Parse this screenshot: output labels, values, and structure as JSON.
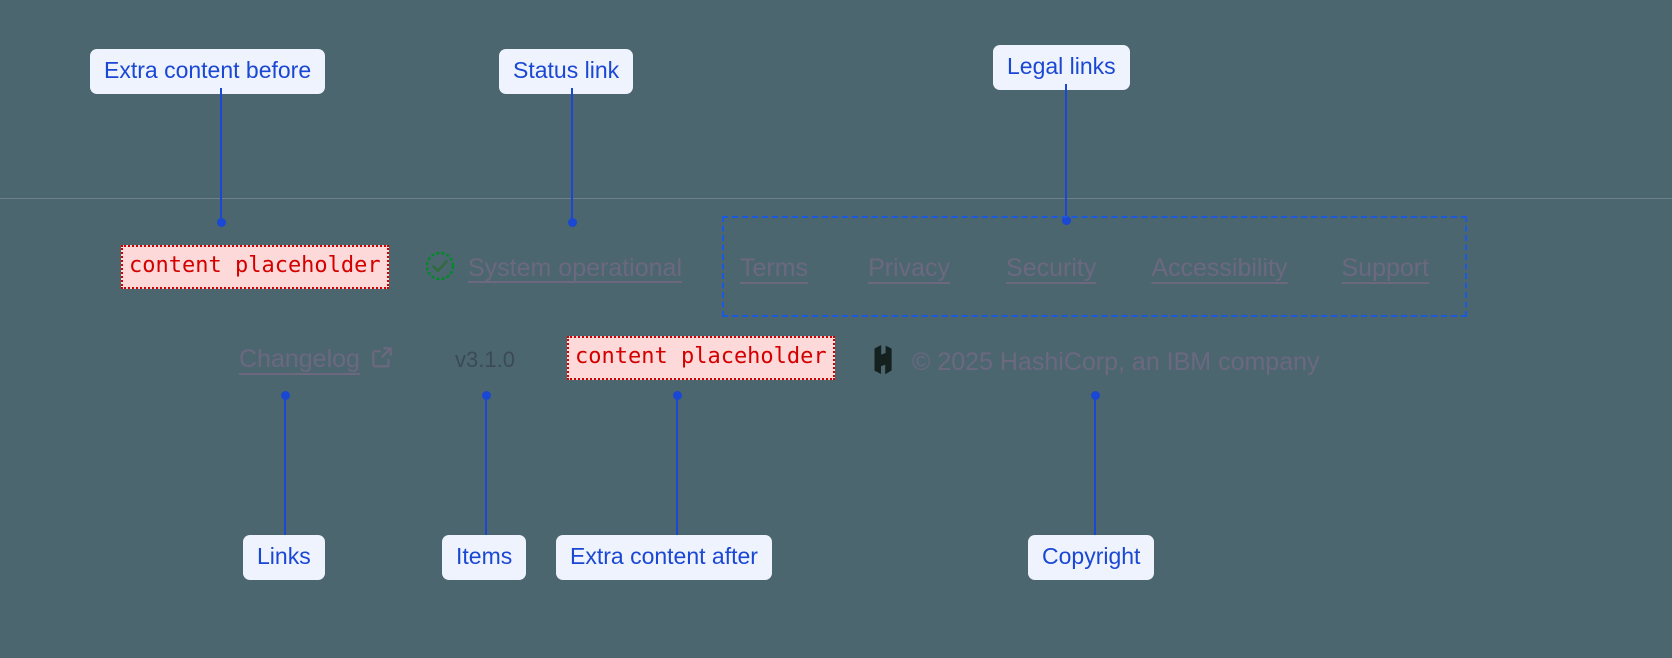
{
  "annotations": {
    "extra_before": "Extra content before",
    "status_link": "Status link",
    "legal_links": "Legal links",
    "links": "Links",
    "items": "Items",
    "extra_after": "Extra content after",
    "copyright": "Copyright"
  },
  "footer": {
    "placeholder_before": "content placeholder",
    "placeholder_after": "content placeholder",
    "status": {
      "label": "System operational",
      "icon": "check-circle-icon",
      "icon_color": "#008a28"
    },
    "legal": [
      {
        "label": "Terms"
      },
      {
        "label": "Privacy"
      },
      {
        "label": "Security"
      },
      {
        "label": "Accessibility"
      },
      {
        "label": "Support"
      }
    ],
    "changelog": {
      "label": "Changelog",
      "icon": "external-link-icon"
    },
    "version": "v3.1.0",
    "copyright": {
      "logo": "hashicorp-logo",
      "text": "© 2025 HashiCorp, an IBM company"
    }
  },
  "colors": {
    "background": "#4c6670",
    "annotation_accent": "#1a47d4",
    "annotation_chip_bg": "#eef3fd",
    "placeholder_border": "#d40000",
    "placeholder_bg": "#fdd9d9",
    "link_text": "#6b6880",
    "divider": "#6d7f89",
    "status_ok": "#008a28"
  }
}
